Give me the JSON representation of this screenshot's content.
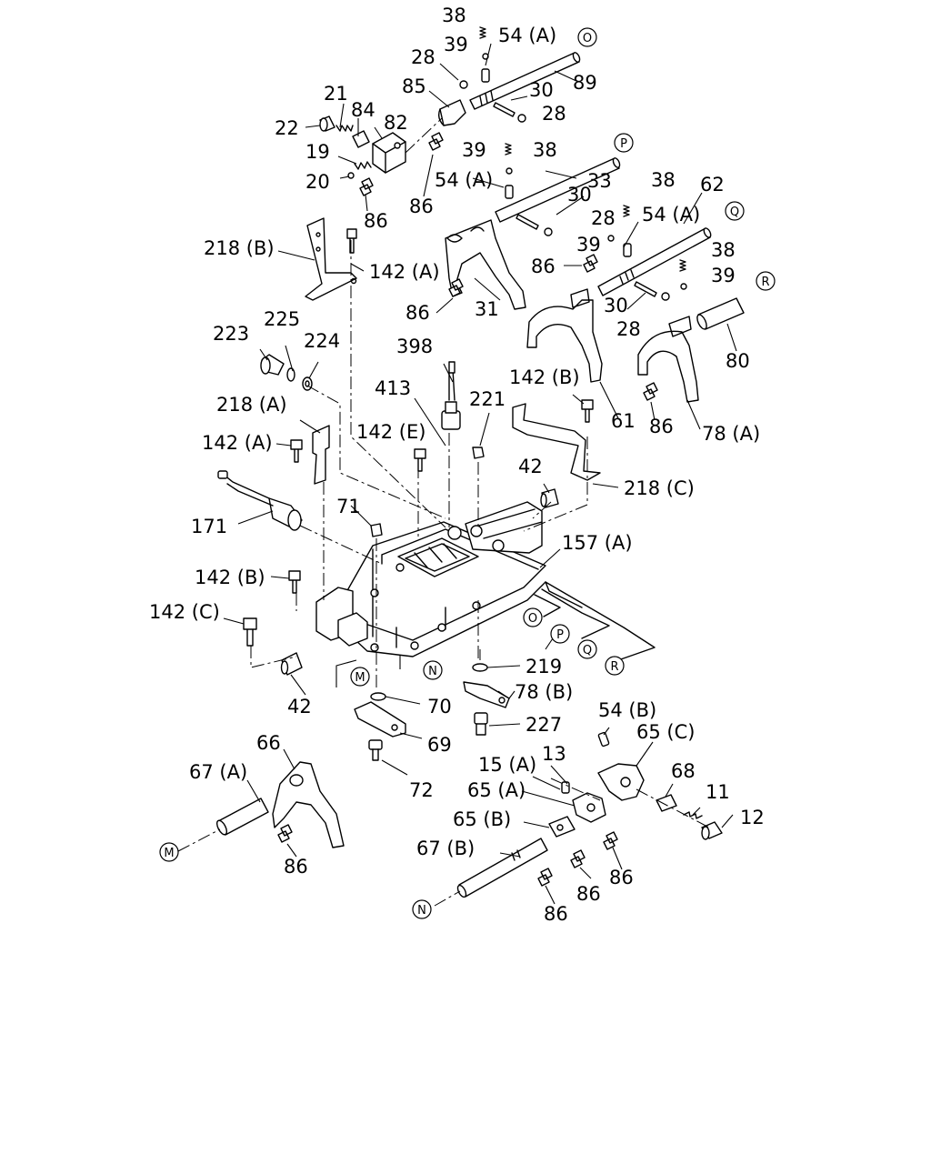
{
  "diagram": {
    "labels": [
      {
        "id": "l38a",
        "text": "38"
      },
      {
        "id": "l39a",
        "text": "39"
      },
      {
        "id": "l54a1",
        "text": "54 (A)"
      },
      {
        "id": "l28a",
        "text": "28"
      },
      {
        "id": "l89",
        "text": "89"
      },
      {
        "id": "l85",
        "text": "85"
      },
      {
        "id": "l30a",
        "text": "30"
      },
      {
        "id": "l21",
        "text": "21"
      },
      {
        "id": "l28b",
        "text": "28"
      },
      {
        "id": "l84",
        "text": "84"
      },
      {
        "id": "l82",
        "text": "82"
      },
      {
        "id": "l22",
        "text": "22"
      },
      {
        "id": "l39b",
        "text": "39"
      },
      {
        "id": "l38b",
        "text": "38"
      },
      {
        "id": "l19",
        "text": "19"
      },
      {
        "id": "l20",
        "text": "20"
      },
      {
        "id": "l54a2",
        "text": "54 (A)"
      },
      {
        "id": "l33",
        "text": "33"
      },
      {
        "id": "l38c",
        "text": "38"
      },
      {
        "id": "l62",
        "text": "62"
      },
      {
        "id": "l86a",
        "text": "86"
      },
      {
        "id": "l86b",
        "text": "86"
      },
      {
        "id": "l30b",
        "text": "30"
      },
      {
        "id": "l28c",
        "text": "28"
      },
      {
        "id": "l54a3",
        "text": "54 (A)"
      },
      {
        "id": "l218b",
        "text": "218 (B)"
      },
      {
        "id": "l39c",
        "text": "39"
      },
      {
        "id": "l38d",
        "text": "38"
      },
      {
        "id": "l142a1",
        "text": "142 (A)"
      },
      {
        "id": "l86c",
        "text": "86"
      },
      {
        "id": "l39d",
        "text": "39"
      },
      {
        "id": "l86d",
        "text": "86"
      },
      {
        "id": "l31",
        "text": "31"
      },
      {
        "id": "l30c",
        "text": "30"
      },
      {
        "id": "l225",
        "text": "225"
      },
      {
        "id": "l28d",
        "text": "28"
      },
      {
        "id": "l223",
        "text": "223"
      },
      {
        "id": "l224",
        "text": "224"
      },
      {
        "id": "l398",
        "text": "398"
      },
      {
        "id": "l80",
        "text": "80"
      },
      {
        "id": "l142b1",
        "text": "142 (B)"
      },
      {
        "id": "l413",
        "text": "413"
      },
      {
        "id": "l221",
        "text": "221"
      },
      {
        "id": "l218a",
        "text": "218 (A)"
      },
      {
        "id": "l61",
        "text": "61"
      },
      {
        "id": "l86e",
        "text": "86"
      },
      {
        "id": "l78a",
        "text": "78 (A)"
      },
      {
        "id": "l142e",
        "text": "142 (E)"
      },
      {
        "id": "l142a2",
        "text": "142 (A)"
      },
      {
        "id": "l42a",
        "text": "42"
      },
      {
        "id": "l218c",
        "text": "218 (C)"
      },
      {
        "id": "l71",
        "text": "71"
      },
      {
        "id": "l171",
        "text": "171"
      },
      {
        "id": "l157a",
        "text": "157 (A)"
      },
      {
        "id": "l142b2",
        "text": "142 (B)"
      },
      {
        "id": "l142c",
        "text": "142 (C)"
      },
      {
        "id": "l219",
        "text": "219"
      },
      {
        "id": "l42b",
        "text": "42"
      },
      {
        "id": "l78b",
        "text": "78 (B)"
      },
      {
        "id": "l70",
        "text": "70"
      },
      {
        "id": "l227",
        "text": "227"
      },
      {
        "id": "l54b",
        "text": "54 (B)"
      },
      {
        "id": "l69",
        "text": "69"
      },
      {
        "id": "l66",
        "text": "66"
      },
      {
        "id": "l65c",
        "text": "65 (C)"
      },
      {
        "id": "l13",
        "text": "13"
      },
      {
        "id": "l15a",
        "text": "15 (A)"
      },
      {
        "id": "l67a",
        "text": "67 (A)"
      },
      {
        "id": "l68",
        "text": "68"
      },
      {
        "id": "l72",
        "text": "72"
      },
      {
        "id": "l65a",
        "text": "65 (A)"
      },
      {
        "id": "l11",
        "text": "11"
      },
      {
        "id": "l12",
        "text": "12"
      },
      {
        "id": "l65b",
        "text": "65 (B)"
      },
      {
        "id": "l67b",
        "text": "67 (B)"
      },
      {
        "id": "l86f",
        "text": "86"
      },
      {
        "id": "l86g",
        "text": "86"
      },
      {
        "id": "l86h",
        "text": "86"
      },
      {
        "id": "l86i",
        "text": "86"
      }
    ],
    "reference_markers": [
      {
        "id": "O",
        "text": "O"
      },
      {
        "id": "P",
        "text": "P"
      },
      {
        "id": "Q",
        "text": "Q"
      },
      {
        "id": "R",
        "text": "R"
      },
      {
        "id": "M",
        "text": "M"
      },
      {
        "id": "N",
        "text": "N"
      }
    ]
  }
}
